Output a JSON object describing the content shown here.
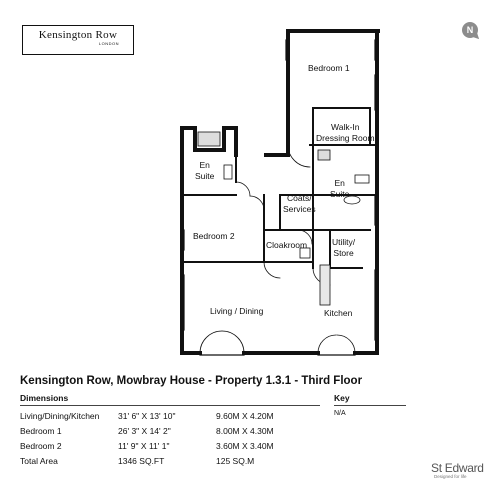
{
  "logo": {
    "main": "Kensington Row",
    "sub": "LONDON"
  },
  "compass": {
    "letter": "N"
  },
  "rooms": {
    "bedroom1": "Bedroom 1",
    "walk_in": "Walk-In\nDressing Room",
    "en_suite_left": "En\nSuite",
    "en_suite_right": "En\nSuite",
    "coats": "Coats/\nServices",
    "bedroom2": "Bedroom 2",
    "cloakroom": "Cloakroom",
    "utility": "Utility/\nStore",
    "living": "Living / Dining",
    "kitchen": "Kitchen"
  },
  "title": "Kensington Row, Mowbray House - Property 1.3.1 - Third Floor",
  "dimensions": {
    "heading": "Dimensions",
    "rows": [
      {
        "room": "Living/Dining/Kitchen",
        "imperial": "31' 6\" X 13' 10\"",
        "metric": "9.60M X 4.20M"
      },
      {
        "room": "Bedroom 1",
        "imperial": "26' 3\" X 14' 2\"",
        "metric": "8.00M X 4.30M"
      },
      {
        "room": "Bedroom 2",
        "imperial": "11' 9\" X 11' 1\"",
        "metric": "3.60M X 3.40M"
      },
      {
        "room": "Total Area",
        "imperial": "1346 SQ.FT",
        "metric": "125 SQ.M"
      }
    ]
  },
  "key": {
    "heading": "Key",
    "value": "N/A"
  },
  "brand": {
    "name": "St Edward",
    "tagline": "Designed for life"
  }
}
